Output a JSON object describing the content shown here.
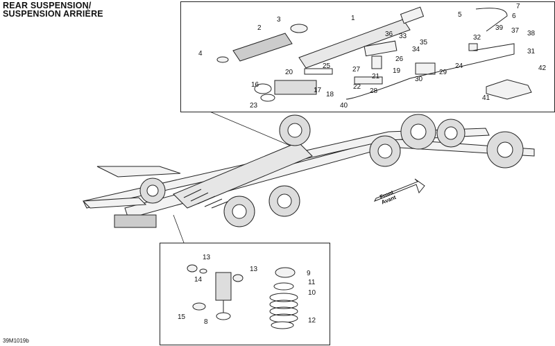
{
  "title_line1": "REAR SUSPENSION/",
  "title_line2": "SUSPENSION ARRIÈRE",
  "diagram_code": "39M1019b",
  "direction": {
    "front_en": "Front",
    "front_fr": "Avant"
  },
  "top_labels": [
    "1",
    "2",
    "3",
    "4",
    "5",
    "6",
    "7",
    "16",
    "17",
    "18",
    "19",
    "20",
    "21",
    "22",
    "23",
    "24",
    "25",
    "26",
    "27",
    "28",
    "29",
    "30",
    "31",
    "32",
    "33",
    "34",
    "35",
    "36",
    "37",
    "38",
    "39",
    "40",
    "41",
    "42"
  ],
  "bottom_labels": [
    "8",
    "9",
    "10",
    "11",
    "12",
    "13",
    "13",
    "14",
    "15"
  ],
  "colors": {
    "line": "#222222",
    "part_fill": "#f2f2f2",
    "dark": "#555555"
  }
}
